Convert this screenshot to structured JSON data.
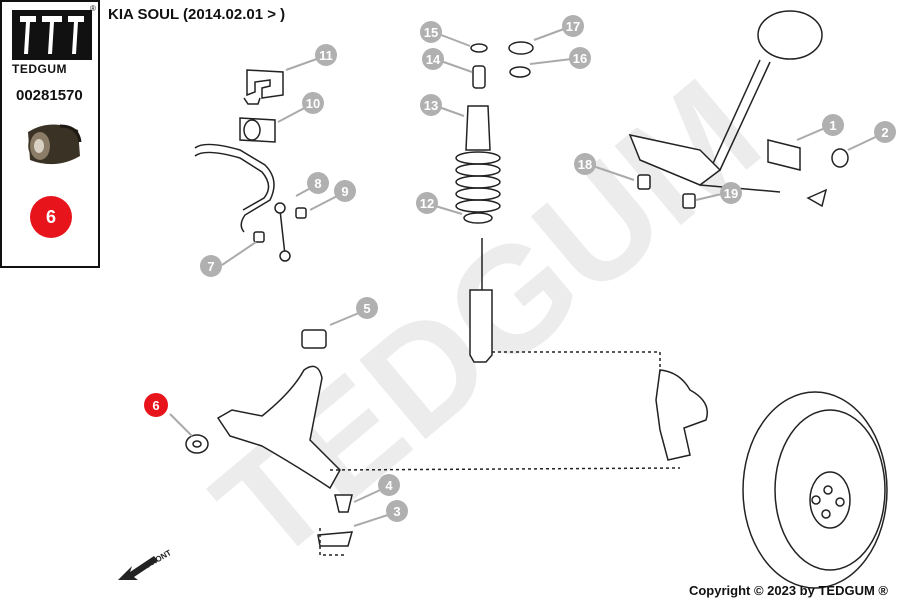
{
  "brand": {
    "name": "TEDGUM",
    "registered": "®"
  },
  "part_number": "00281570",
  "highlight_number": "6",
  "title": "KIA SOUL  (2014.02.01 > )",
  "watermark": "TEDGUM",
  "front_label": "FRONT",
  "copyright": "Copyright © 2023 by TEDGUM ®",
  "callouts": [
    "1",
    "2",
    "3",
    "4",
    "5",
    "6",
    "7",
    "8",
    "9",
    "10",
    "11",
    "12",
    "13",
    "14",
    "15",
    "16",
    "17",
    "18",
    "19"
  ],
  "colors": {
    "highlight": "#e8141b",
    "callout": "#b0b0b0",
    "line": "#222222"
  }
}
